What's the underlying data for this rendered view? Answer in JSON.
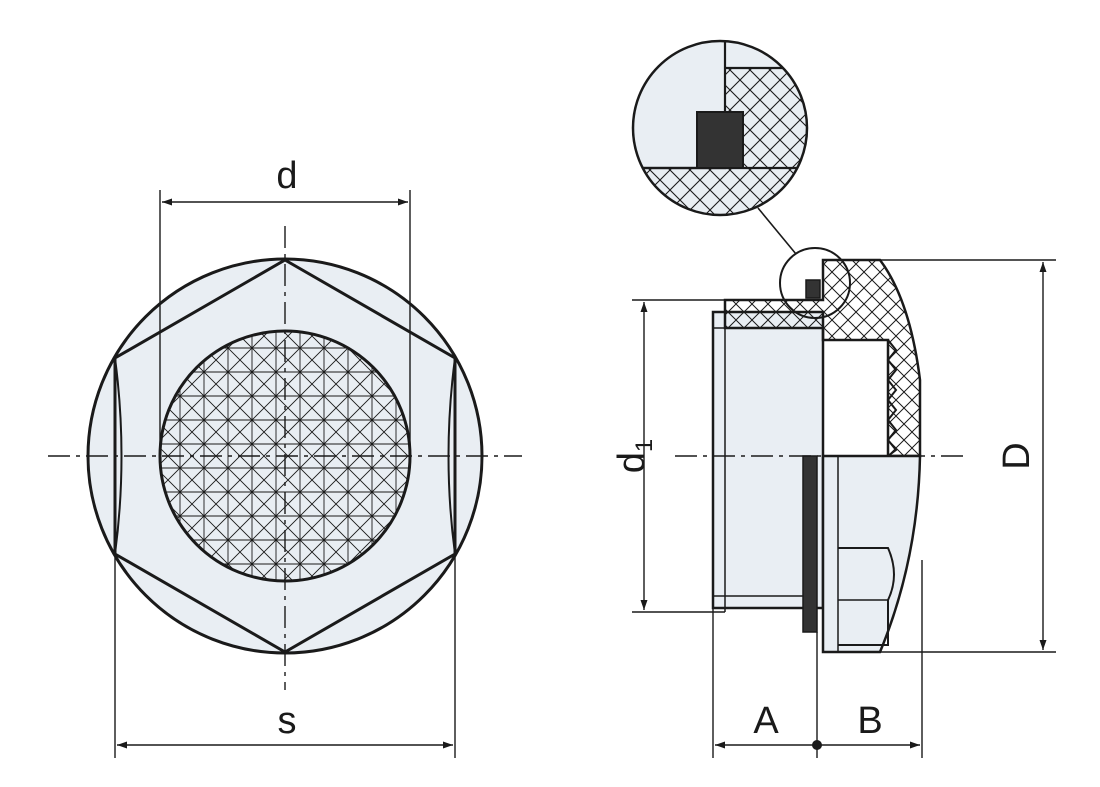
{
  "drawing": {
    "labels": {
      "d": "d",
      "s": "s",
      "d1_main": "d",
      "d1_sub": "1",
      "D": "D",
      "A": "A",
      "B": "B"
    },
    "colors": {
      "line": "#1a1a1a",
      "body_fill": "#e9eef3",
      "seal_fill": "#333333",
      "background": "#ffffff"
    }
  }
}
